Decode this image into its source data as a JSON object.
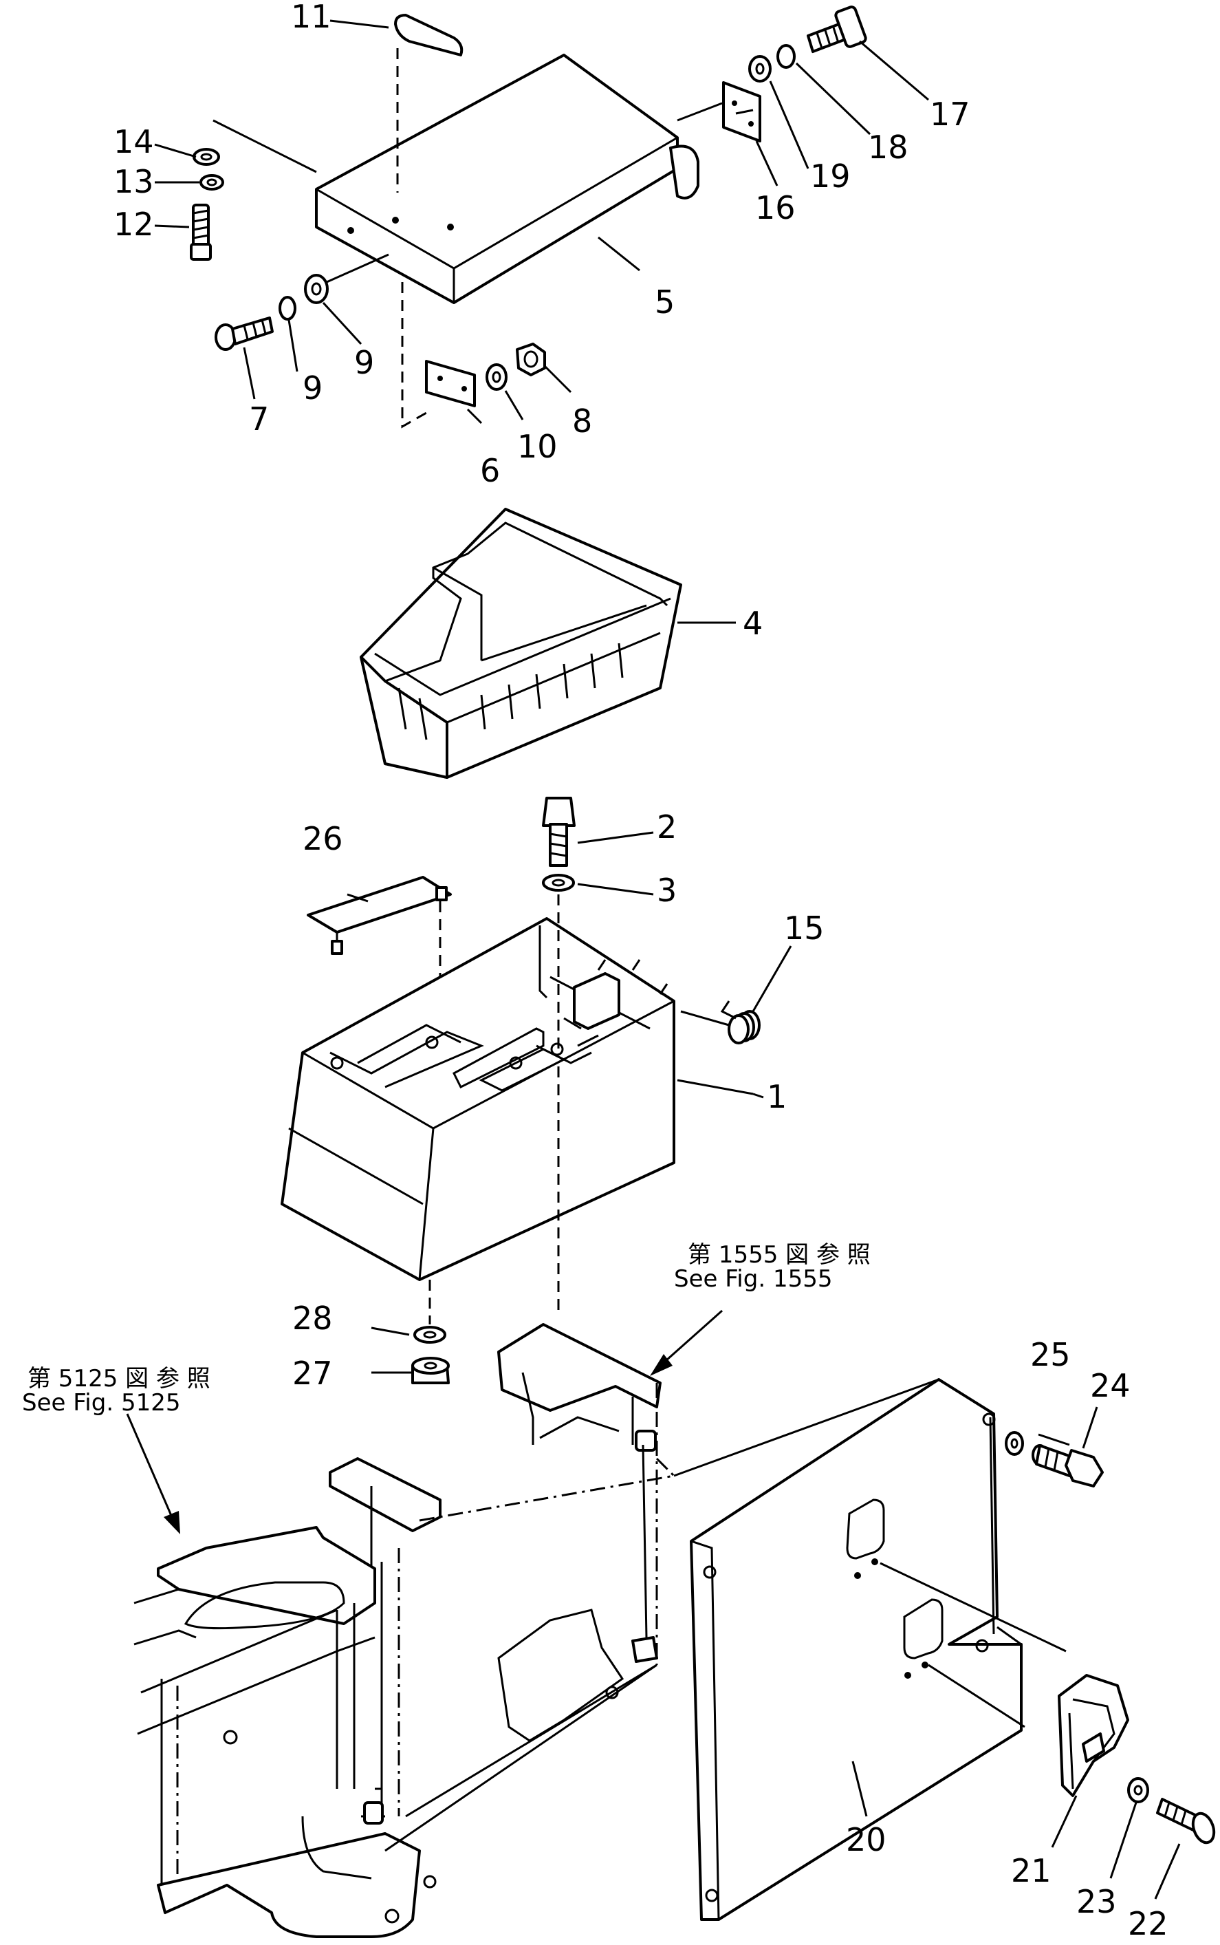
{
  "labels": {
    "n1": "1",
    "n2": "2",
    "n3": "3",
    "n4": "4",
    "n5": "5",
    "n6": "6",
    "n7": "7",
    "n8": "8",
    "n9a": "9",
    "n9b": "9",
    "n10": "10",
    "n11": "11",
    "n12": "12",
    "n13": "13",
    "n14": "14",
    "n15": "15",
    "n16": "16",
    "n17": "17",
    "n18": "18",
    "n19": "19",
    "n20": "20",
    "n21": "21",
    "n22": "22",
    "n23": "23",
    "n24": "24",
    "n25": "25",
    "n26": "26",
    "n27": "27",
    "n28": "28"
  },
  "references": {
    "fig1555_jp": "第 1555 図 参 照",
    "fig1555_en": "See Fig. 1555",
    "fig5125_jp": "第 5125 図 参 照",
    "fig5125_en": "See Fig. 5125"
  }
}
